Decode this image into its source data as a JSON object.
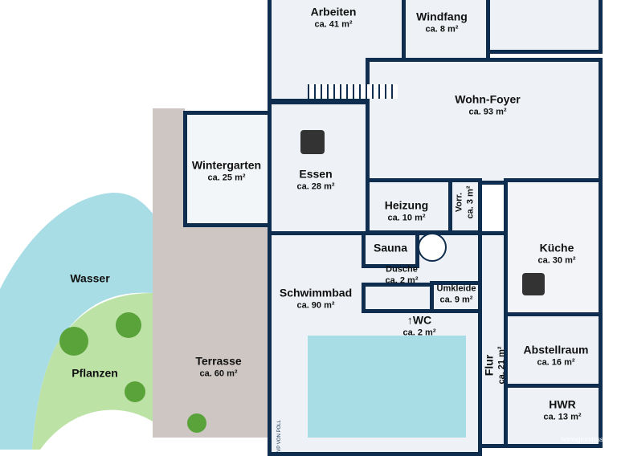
{
  "rooms": {
    "arbeiten": {
      "name": "Arbeiten",
      "area": "ca. 41 m²"
    },
    "windfang": {
      "name": "Windfang",
      "area": "ca. 8 m²"
    },
    "foyer": {
      "name": "Wohn-Foyer",
      "area": "ca. 93 m²"
    },
    "wintergarten": {
      "name": "Wintergarten",
      "area": "ca. 25 m²"
    },
    "essen": {
      "name": "Essen",
      "area": "ca. 28 m²"
    },
    "heizung": {
      "name": "Heizung",
      "area": "ca. 10 m²"
    },
    "vorr": {
      "name": "Vorr.",
      "area": "ca. 3 m²"
    },
    "sauna": {
      "name": "Sauna"
    },
    "dusche": {
      "name": "Dusche",
      "area": "ca. 2 m²"
    },
    "umkleide": {
      "name": "Umkleide",
      "area": "ca. 9 m²"
    },
    "schwimmbad": {
      "name": "Schwimmbad",
      "area": "ca. 90 m²"
    },
    "wc": {
      "name": "↑WC",
      "area": "ca. 2 m²"
    },
    "kueche": {
      "name": "Küche",
      "area": "ca. 30 m²"
    },
    "abstellraum": {
      "name": "Abstellraum",
      "area": "ca. 16 m²"
    },
    "hwr": {
      "name": "HWR",
      "area": "ca. 13 m²"
    },
    "flur": {
      "name": "Flur",
      "area": "ca. 21 m²"
    },
    "terrasse": {
      "name": "Terrasse",
      "area": "ca. 60 m²"
    },
    "wasser": {
      "name": "Wasser"
    },
    "pflanzen": {
      "name": "Pflanzen"
    }
  },
  "watermark": "Immogrundriss",
  "logo": "VP VON POLL",
  "colors": {
    "wall": "#0f2d4e",
    "floor": "#eef2f6",
    "water": "#a9dde6",
    "plants": "#bde2a6",
    "deck": "#cdc6c3"
  }
}
